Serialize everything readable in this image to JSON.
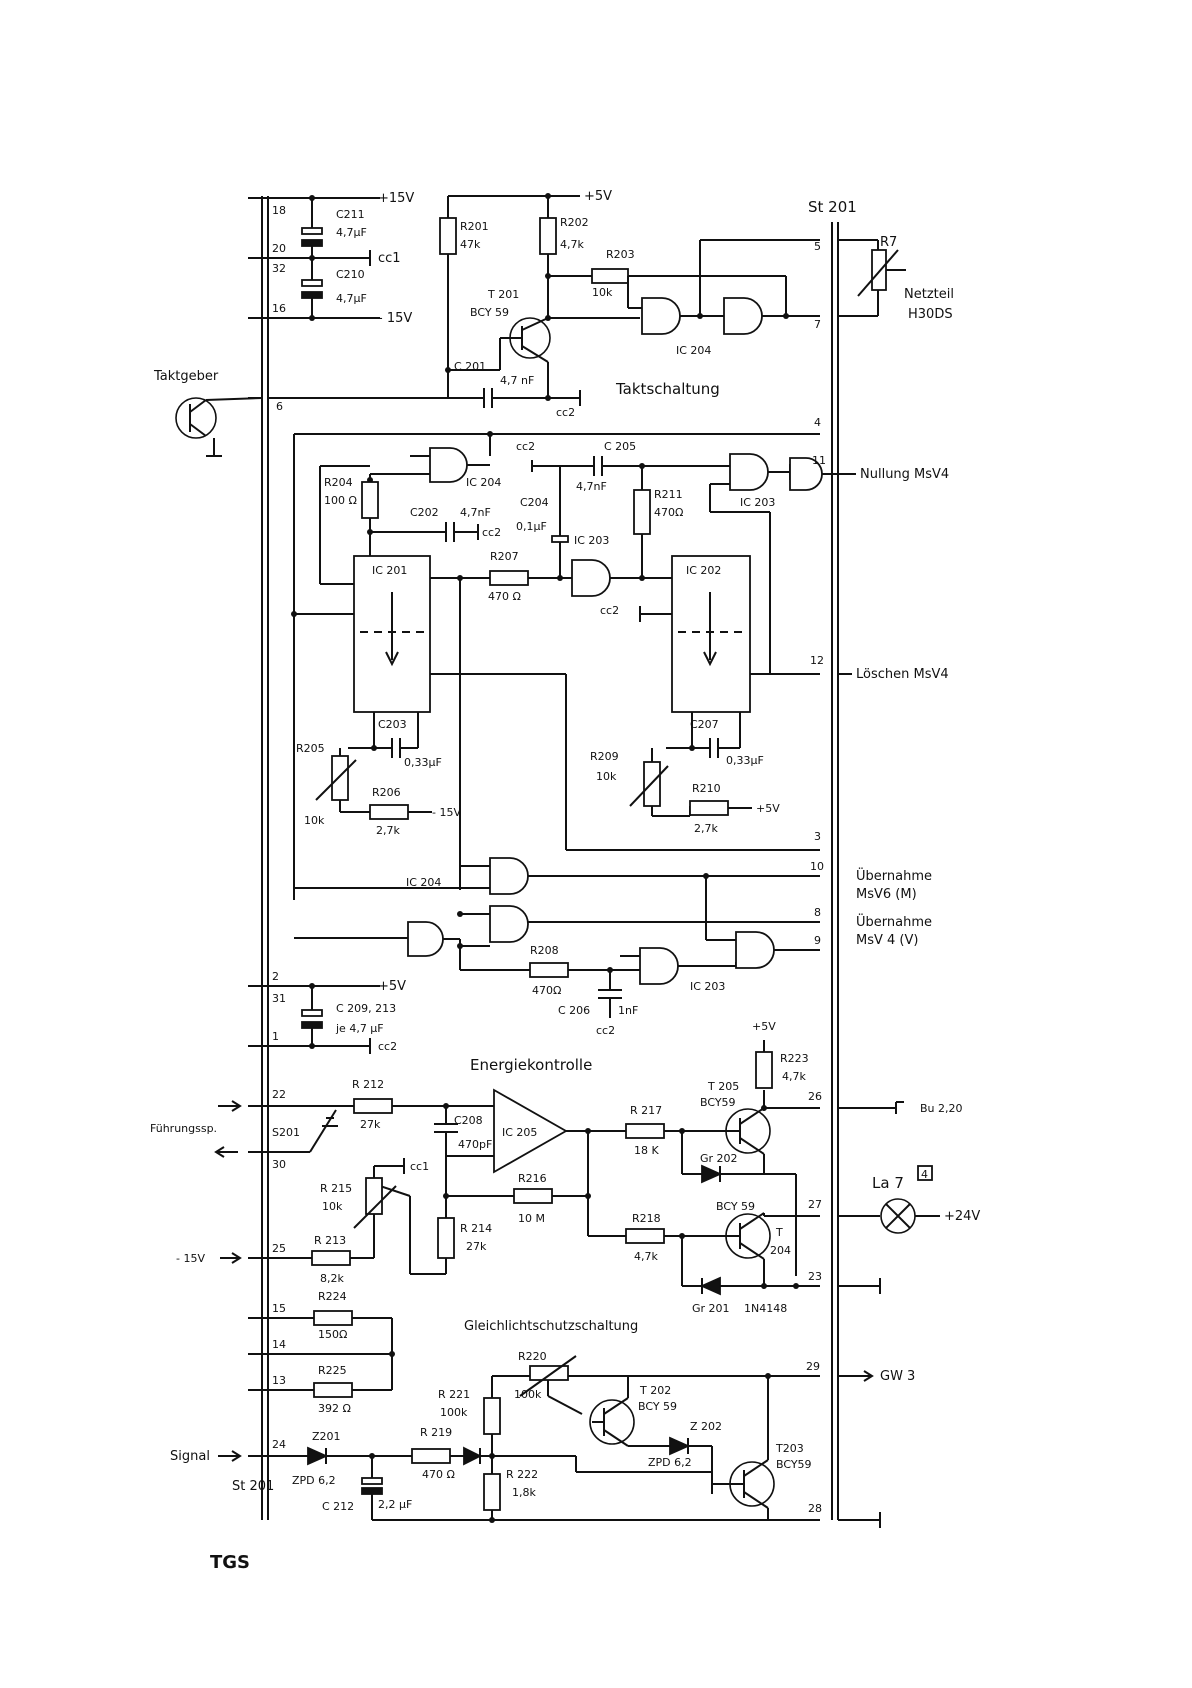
{
  "supply": {
    "p15": "+15V",
    "m15": "- 15V",
    "p5": "+5V",
    "p5b": "+5V",
    "p5c": "+5V",
    "cc1": "cc1",
    "cc2": "cc2",
    "m15_in": "- 15V",
    "p24": "+24V"
  },
  "connector": {
    "name": "St 201",
    "name_bottom": "St 201",
    "left_pins": [
      "18",
      "20",
      "32",
      "16",
      "6",
      "2",
      "31",
      "1",
      "22",
      "30",
      "25",
      "15",
      "14",
      "13",
      "24"
    ],
    "right_pins": [
      "5",
      "7",
      "4",
      "11",
      "12",
      "3",
      "10",
      "8",
      "9",
      "26",
      "27",
      "23",
      "29",
      "28"
    ]
  },
  "components": {
    "C211": "C211",
    "C211v": "4,7μF",
    "C210": "C210",
    "C210v": "4,7μF",
    "R201": "R201",
    "R201v": "47k",
    "R202": "R202",
    "R202v": "4,7k",
    "R203": "R203",
    "R203v": "10k",
    "T201": "T 201",
    "T201t": "BCY 59",
    "C201": "C 201",
    "C201v": "4,7 nF",
    "R7": "R7",
    "R204": "R204",
    "R204v": "100 Ω",
    "C202": "C202",
    "C202v": "4,7nF",
    "C205": "C 205",
    "C205v": "4,7nF",
    "C204": "C204",
    "C204v": "0,1μF",
    "R211": "R211",
    "R211v": "470Ω",
    "IC201": "IC 201",
    "IC202": "IC 202",
    "R207": "R207",
    "R207v": "470 Ω",
    "C203": "C203",
    "C203v": "0,33μF",
    "C207": "C207",
    "C207v": "0,33μF",
    "R205": "R205",
    "R205v": "10k",
    "R206": "R206",
    "R206v": "2,7k",
    "R209": "R209",
    "R209v": "10k",
    "R210": "R210",
    "R210v": "2,7k",
    "IC204": "IC 204",
    "IC203": "IC 203",
    "R208": "R208",
    "R208v": "470Ω",
    "C206": "C 206",
    "C206v": "1nF",
    "C209": "C 209, 213",
    "C209v": "je 4,7 μF",
    "R212": "R 212",
    "R212v": "27k",
    "C208": "C208",
    "C208v": "470pF",
    "IC205": "IC 205",
    "R215": "R 215",
    "R215v": "10k",
    "R213": "R 213",
    "R213v": "8,2k",
    "R214": "R 214",
    "R214v": "27k",
    "R216": "R216",
    "R216v": "10 M",
    "R217": "R 217",
    "R217v": "18 K",
    "R218": "R218",
    "R218v": "4,7k",
    "R223": "R223",
    "R223v": "4,7k",
    "T205": "T 205",
    "T205t": "BCY59",
    "T204": "T",
    "T204n": "204",
    "T204t": "BCY 59",
    "GR202": "Gr 202",
    "GR201": "Gr 201",
    "GR201t": "1N4148",
    "S201": "S201",
    "R224": "R224",
    "R224v": "150Ω",
    "R225": "R225",
    "R225v": "392 Ω",
    "Z201": "Z201",
    "Z201t": "ZPD 6,2",
    "C212": "C 212",
    "C212v": "2,2 μF",
    "R219": "R 219",
    "R219v": "470 Ω",
    "R221": "R 221",
    "R221v": "100k",
    "R220": "R220",
    "R220v": "100k",
    "R222": "R 222",
    "R222v": "1,8k",
    "T202": "T 202",
    "T202t": "BCY 59",
    "Z202": "Z 202",
    "Z202t": "ZPD 6,2",
    "T203": "T203",
    "T203t": "BCY59"
  },
  "labels": {
    "taktgeber": "Taktgeber",
    "taktschaltung": "Taktschaltung",
    "netzteil1": "Netzteil",
    "netzteil2": "H30DS",
    "nullung": "Nullung MsV4",
    "loeschen": "Löschen MsV4",
    "uebernahme6a": "Übernahme",
    "uebernahme6b": "MsV6 (M)",
    "uebernahme4a": "Übernahme",
    "uebernahme4b": "MsV 4 (V)",
    "energie": "Energiekontrolle",
    "fuehrung": "Führungssp.",
    "bu": "Bu 2,20",
    "la7": "La 7",
    "la7box": "4",
    "gleich": "Gleichlichtschutzschaltung",
    "gw3": "GW 3",
    "signal": "Signal",
    "tgs": "TGS"
  }
}
